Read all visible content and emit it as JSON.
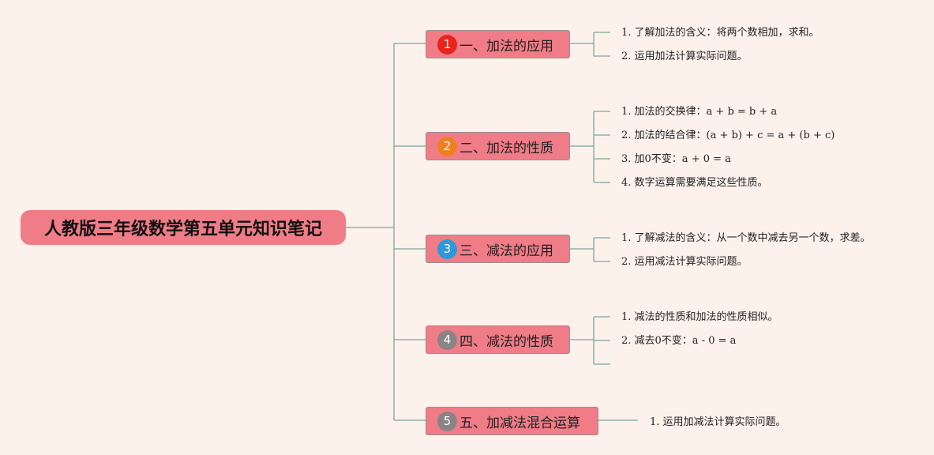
{
  "colors": {
    "background": "#fdf1ec",
    "node_fill": "#ef7c87",
    "connector": "#7aa79b"
  },
  "root": {
    "title": "人教版三年级数学第五单元知识笔记"
  },
  "branches": [
    {
      "number": "1",
      "badge_color": "#e8241b",
      "title": "一、加法的应用",
      "items": [
        "1. 了解加法的含义：将两个数相加，求和。",
        "2. 运用加法计算实际问题。"
      ]
    },
    {
      "number": "2",
      "badge_color": "#f07f1f",
      "title": "二、加法的性质",
      "items": [
        "1. 加法的交换律：a + b = b + a",
        "2. 加法的结合律：(a + b) + c = a + (b + c)",
        "3. 加0不变：a + 0 = a",
        "4. 数字运算需要满足这些性质。"
      ]
    },
    {
      "number": "3",
      "badge_color": "#2e98d9",
      "title": "三、减法的应用",
      "items": [
        "1. 了解减法的含义：从一个数中减去另一个数，求差。",
        "2. 运用减法计算实际问题。"
      ]
    },
    {
      "number": "4",
      "badge_color": "#8b8486",
      "title": "四、减法的性质",
      "items": [
        "1. 减法的性质和加法的性质相似。",
        "2. 减去0不变：a - 0 = a",
        ""
      ]
    },
    {
      "number": "5",
      "badge_color": "#8b8486",
      "title": "五、加减法混合运算",
      "items": [
        "1. 运用加减法计算实际问题。"
      ]
    }
  ]
}
